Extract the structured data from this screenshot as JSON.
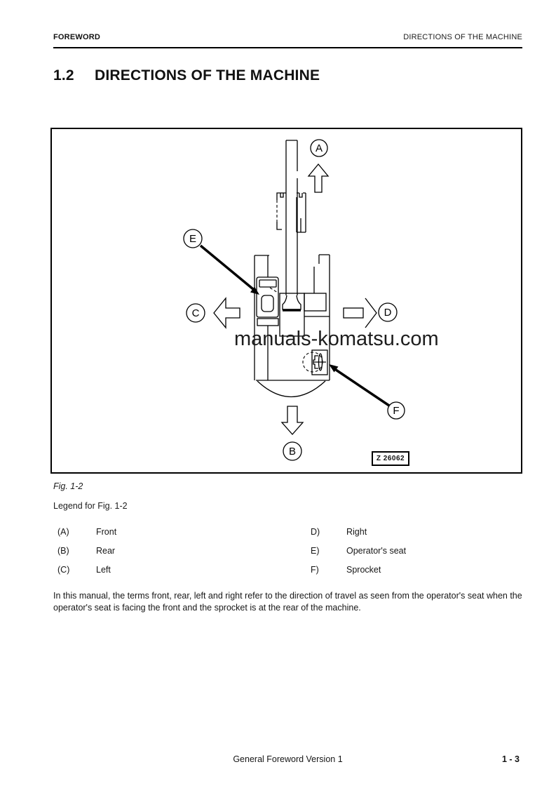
{
  "header": {
    "left": "FOREWORD",
    "right": "DIRECTIONS OF THE MACHINE"
  },
  "title": {
    "number": "1.2",
    "text": "DIRECTIONS OF THE MACHINE"
  },
  "figure": {
    "caption": "Fig. 1-2",
    "watermark": "manuals-komatsu.com",
    "drawing_number": "Z 26062",
    "labels": {
      "front": "A",
      "rear": "B",
      "left": "C",
      "right": "D",
      "operator_seat": "E",
      "sprocket": "F"
    }
  },
  "legend": {
    "title": "Legend for Fig. 1-2",
    "left": [
      {
        "key": "(A)",
        "value": "Front"
      },
      {
        "key": "(B)",
        "value": "Rear"
      },
      {
        "key": "(C)",
        "value": "Left"
      }
    ],
    "right": [
      {
        "key": "D)",
        "value": "Right"
      },
      {
        "key": "E)",
        "value": "Operator's seat"
      },
      {
        "key": "F)",
        "value": "Sprocket"
      }
    ]
  },
  "body_text": "In this manual, the terms front, rear, left and right refer to the direction of travel as seen from the operator's seat when the operator's seat is facing the front and the sprocket is at the rear of the machine.",
  "footer": {
    "center": "General Foreword Version 1",
    "page": "1 - 3"
  }
}
